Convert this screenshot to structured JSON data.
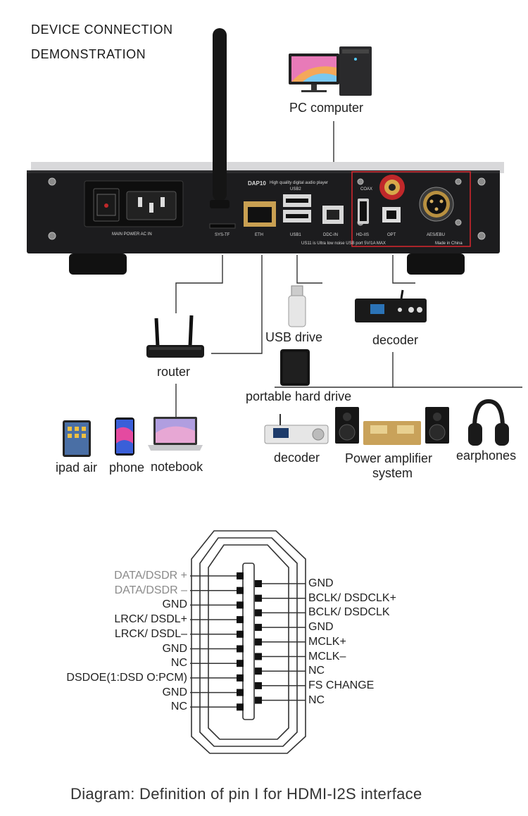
{
  "header": {
    "line1": "DEVICE CONNECTION",
    "line2": "DEMONSTRATION"
  },
  "devices": {
    "pc": "PC computer",
    "router": "router",
    "usb_drive": "USB drive",
    "decoder_top": "decoder",
    "hard_drive": "portable hard drive",
    "ipad": "ipad air",
    "phone": "phone",
    "notebook": "notebook",
    "decoder_bottom": "decoder",
    "amp_line1": "Power amplifier",
    "amp_line2": "system",
    "earphones": "earphones"
  },
  "panel": {
    "model": "DAP10",
    "subtitle": "High quality digital audio player",
    "power": "MAIN POWER AC IN",
    "systf": "SYS-TF",
    "eth": "ETH",
    "usb2": "USB2",
    "usb1": "USB1",
    "ddc": "DDC-IN",
    "coax": "COAX",
    "hdiis": "HD-IIS",
    "opt": "OPT",
    "aes": "AES/EBU",
    "made": "Made in China",
    "note": "US11 is Ultra low noise USB port 5V/1A MAX"
  },
  "pins": {
    "left": [
      "DATA/DSDR +",
      "DATA/DSDR –",
      "GND",
      "LRCK/ DSDL+",
      "LRCK/ DSDL–",
      "GND",
      "NC",
      "DSDOE(1:DSD O:PCM)",
      "GND",
      "NC"
    ],
    "right": [
      "GND",
      "BCLK/ DSDCLK+",
      "BCLK/ DSDCLK",
      "GND",
      "MCLK+",
      "MCLK–",
      "NC",
      "FS CHANGE",
      "NC"
    ]
  },
  "caption": "Diagram: Definition of pin I for HDMI-I2S interface",
  "colors": {
    "panel": "#1c1c1e",
    "highlight": "#d9262e",
    "coax": "#c0282a",
    "line": "#333333"
  }
}
